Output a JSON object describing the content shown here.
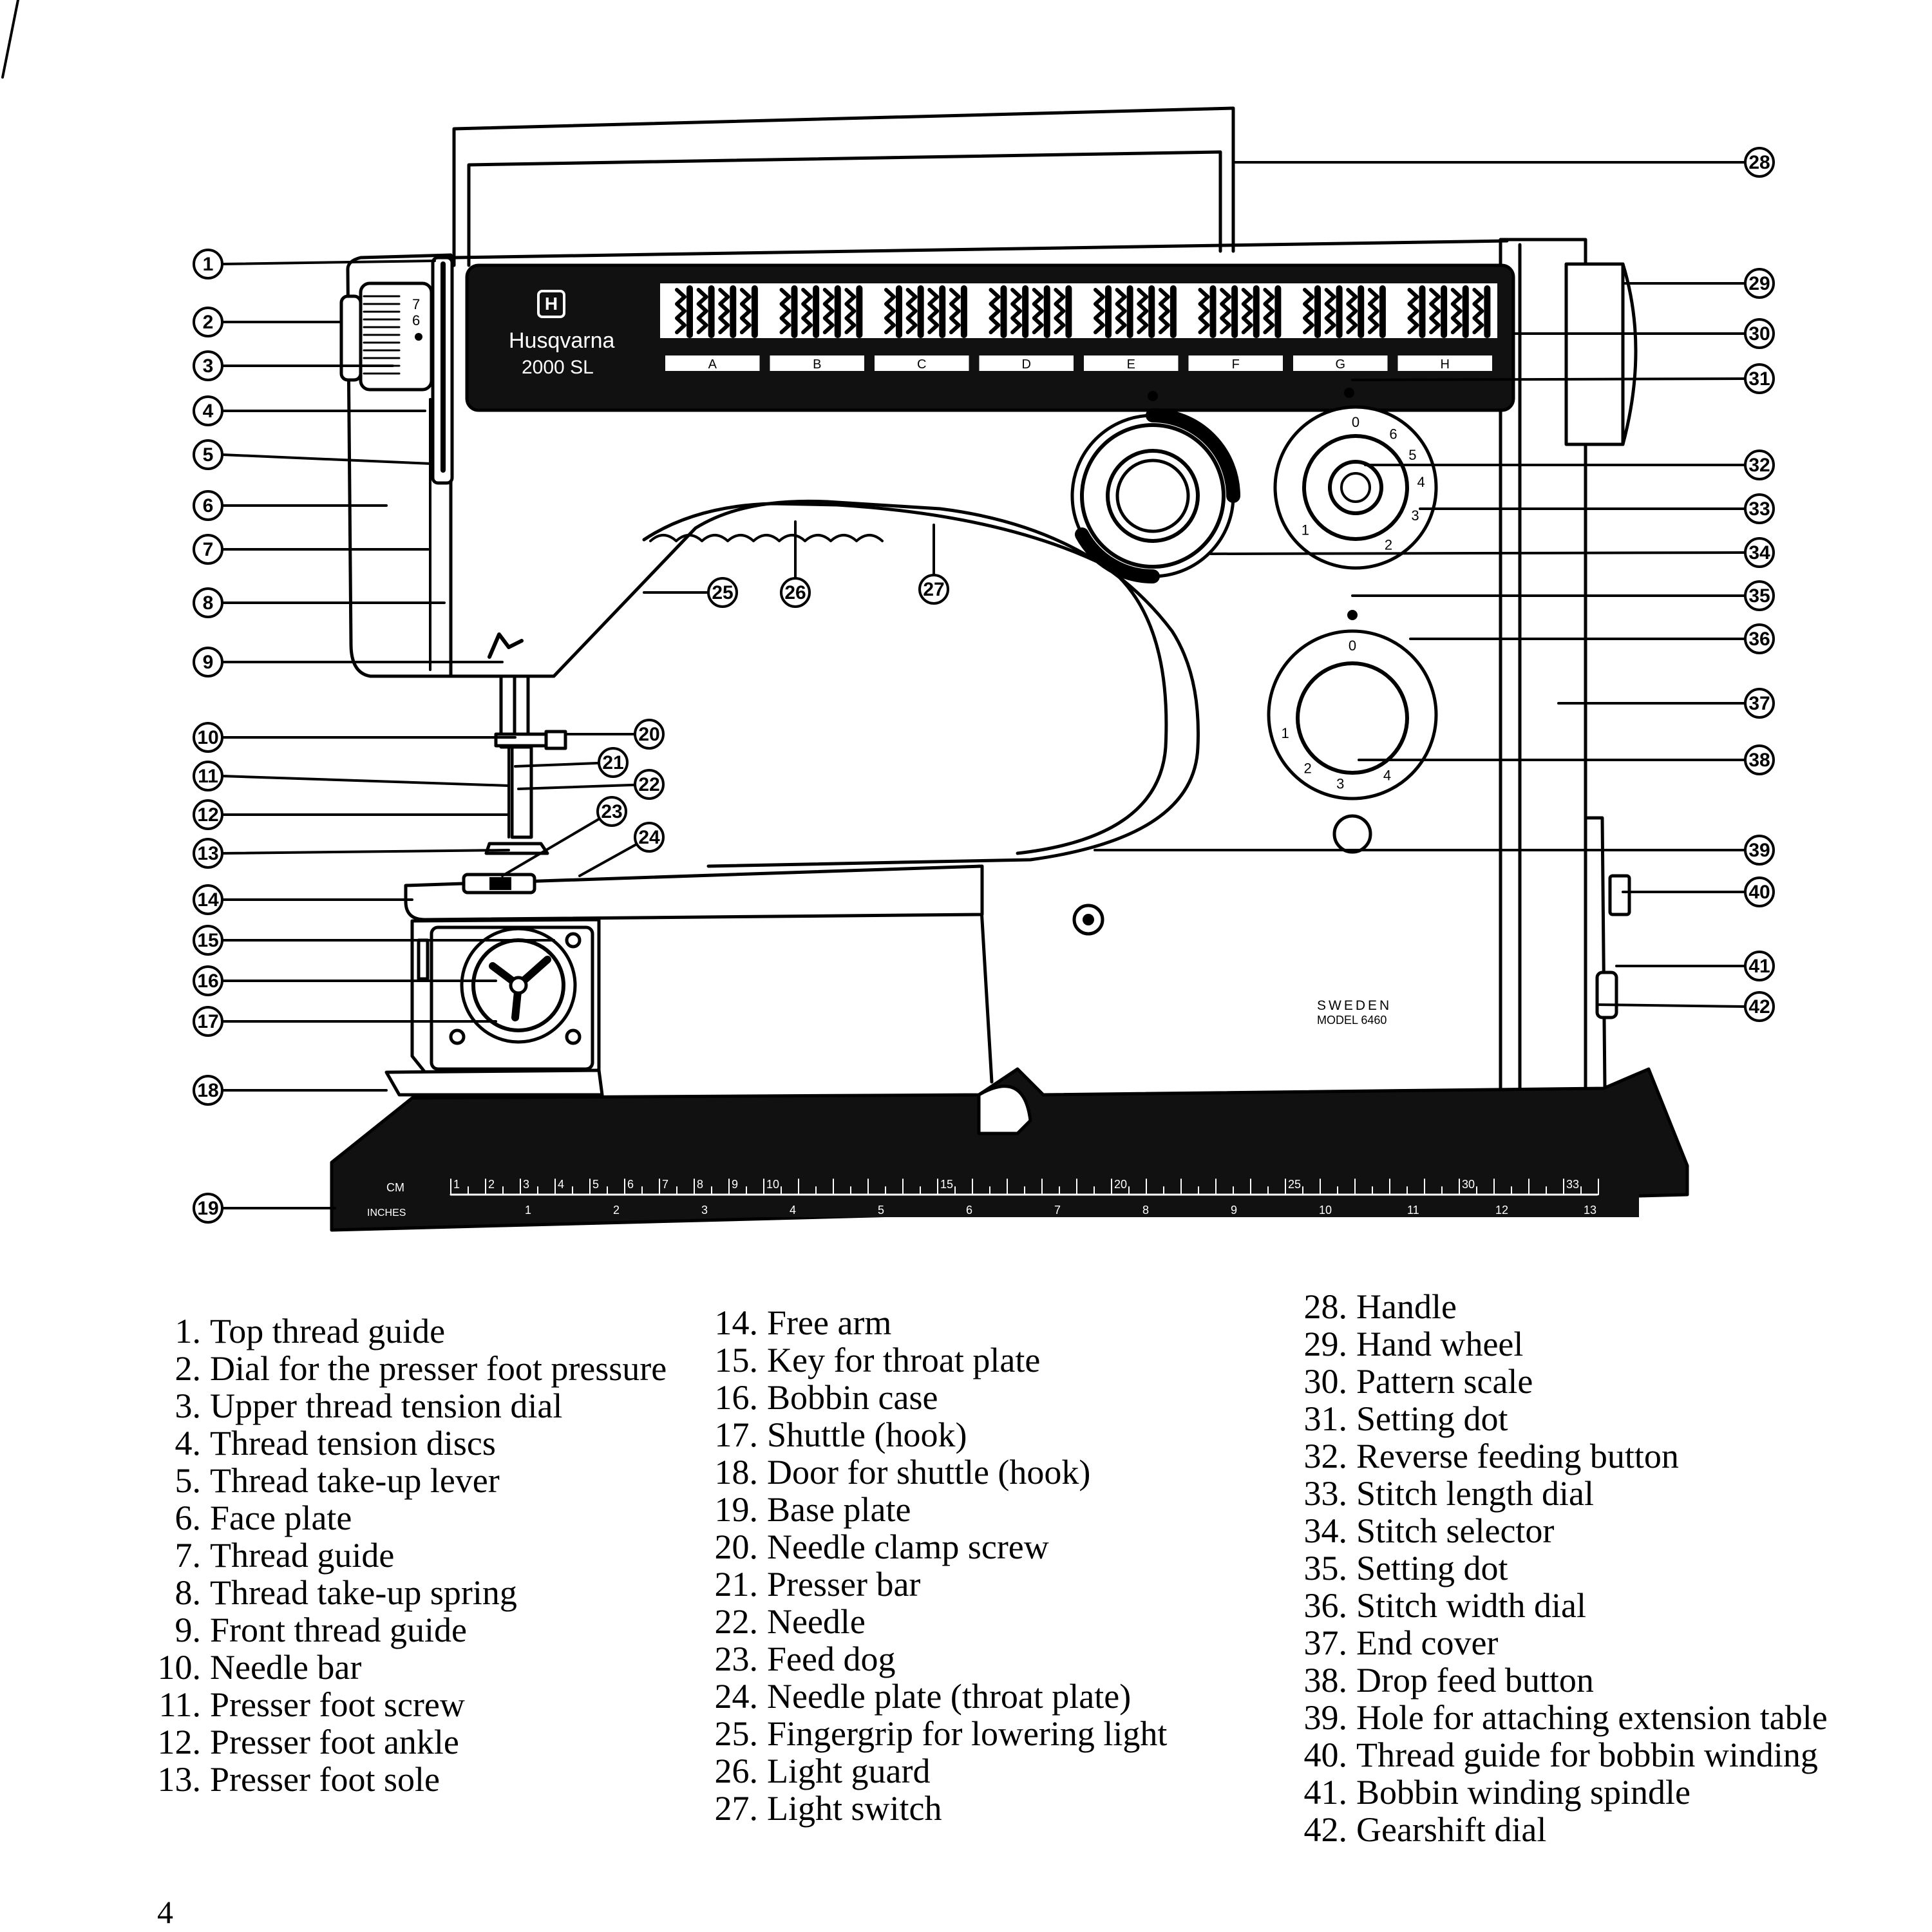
{
  "machine": {
    "brand": "Husqvarna",
    "model_name": "2000 SL",
    "country": "SWEDEN",
    "model_number": "MODEL 6460"
  },
  "pattern_groups": [
    "A",
    "B",
    "C",
    "D",
    "E",
    "F",
    "G",
    "H"
  ],
  "tension_dial_numbers": [
    "7",
    "6"
  ],
  "stitch_length_dial": [
    "0",
    "6",
    "5",
    "4",
    "3",
    "2",
    "1"
  ],
  "stitch_width_dial": [
    "0",
    "1",
    "2",
    "3",
    "4"
  ],
  "ruler": {
    "cm_label": "CM",
    "inch_label": "INCHES",
    "cm_numbers": [
      "1",
      "2",
      "3",
      "4",
      "5",
      "6",
      "7",
      "8",
      "9",
      "10",
      "15",
      "20",
      "25",
      "30",
      "33"
    ],
    "inch_numbers": [
      "1",
      "2",
      "3",
      "4",
      "5",
      "6",
      "7",
      "8",
      "9",
      "10",
      "11",
      "12",
      "13"
    ]
  },
  "callouts": [
    "1",
    "2",
    "3",
    "4",
    "5",
    "6",
    "7",
    "8",
    "9",
    "10",
    "11",
    "12",
    "13",
    "14",
    "15",
    "16",
    "17",
    "18",
    "19",
    "20",
    "21",
    "22",
    "23",
    "24",
    "25",
    "26",
    "27",
    "28",
    "29",
    "30",
    "31",
    "32",
    "33",
    "34",
    "35",
    "36",
    "37",
    "38",
    "39",
    "40",
    "41",
    "42"
  ],
  "legend": {
    "col1": [
      {
        "n": "1.",
        "t": "Top thread guide"
      },
      {
        "n": "2.",
        "t": "Dial for the presser foot pressure"
      },
      {
        "n": "3.",
        "t": "Upper thread tension dial"
      },
      {
        "n": "4.",
        "t": "Thread tension discs"
      },
      {
        "n": "5.",
        "t": "Thread take-up lever"
      },
      {
        "n": "6.",
        "t": "Face plate"
      },
      {
        "n": "7.",
        "t": "Thread guide"
      },
      {
        "n": "8.",
        "t": "Thread take-up spring"
      },
      {
        "n": "9.",
        "t": "Front thread guide"
      },
      {
        "n": "10.",
        "t": "Needle bar"
      },
      {
        "n": "11.",
        "t": "Presser foot screw"
      },
      {
        "n": "12.",
        "t": "Presser foot ankle"
      },
      {
        "n": "13.",
        "t": "Presser foot sole"
      }
    ],
    "col2": [
      {
        "n": "14.",
        "t": "Free arm"
      },
      {
        "n": "15.",
        "t": "Key for throat plate"
      },
      {
        "n": "16.",
        "t": "Bobbin case"
      },
      {
        "n": "17.",
        "t": "Shuttle (hook)"
      },
      {
        "n": "18.",
        "t": "Door for shuttle (hook)"
      },
      {
        "n": "19.",
        "t": "Base plate"
      },
      {
        "n": "20.",
        "t": "Needle clamp screw"
      },
      {
        "n": "21.",
        "t": "Presser bar"
      },
      {
        "n": "22.",
        "t": "Needle"
      },
      {
        "n": "23.",
        "t": "Feed dog"
      },
      {
        "n": "24.",
        "t": "Needle plate (throat plate)"
      },
      {
        "n": "25.",
        "t": "Fingergrip for lowering light"
      },
      {
        "n": "26.",
        "t": "Light guard"
      },
      {
        "n": "27.",
        "t": "Light switch"
      }
    ],
    "col3": [
      {
        "n": "28.",
        "t": "Handle"
      },
      {
        "n": "29.",
        "t": "Hand wheel"
      },
      {
        "n": "30.",
        "t": "Pattern scale"
      },
      {
        "n": "31.",
        "t": "Setting dot"
      },
      {
        "n": "32.",
        "t": "Reverse feeding button"
      },
      {
        "n": "33.",
        "t": "Stitch length dial"
      },
      {
        "n": "34.",
        "t": "Stitch selector"
      },
      {
        "n": "35.",
        "t": "Setting dot"
      },
      {
        "n": "36.",
        "t": "Stitch width dial"
      },
      {
        "n": "37.",
        "t": "End cover"
      },
      {
        "n": "38.",
        "t": "Drop feed button"
      },
      {
        "n": "39.",
        "t": "Hole for attaching extension table"
      },
      {
        "n": "40.",
        "t": "Thread guide for bobbin winding"
      },
      {
        "n": "41.",
        "t": "Bobbin winding spindle"
      },
      {
        "n": "42.",
        "t": "Gearshift dial"
      }
    ]
  },
  "page_number": "4"
}
